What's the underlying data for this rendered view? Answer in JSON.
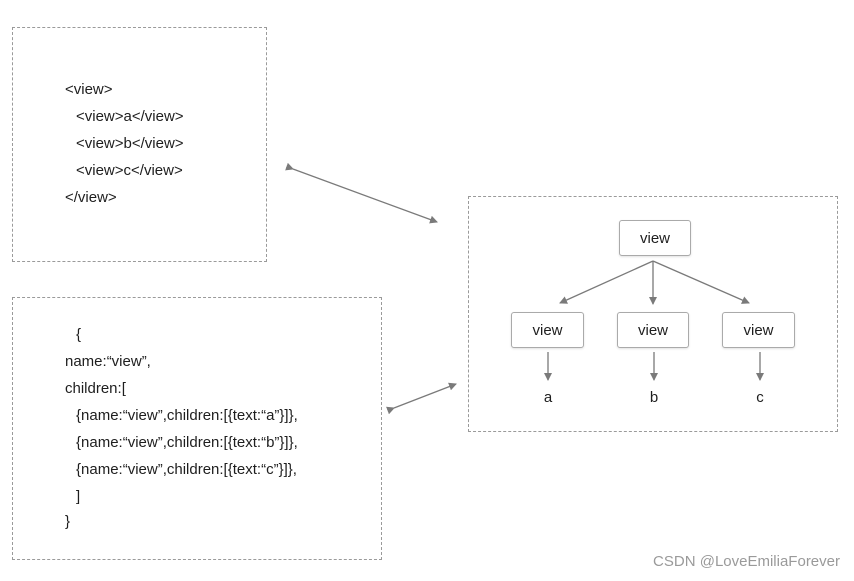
{
  "markup": {
    "lines": [
      "<view>",
      "<view>a</view>",
      "<view>b</view>",
      "<view>c</view>",
      "</view>"
    ]
  },
  "object": {
    "lines": [
      "{",
      "name:“view”,",
      "children:[",
      "{name:“view”,children:[{text:“a”}]},",
      "{name:“view”,children:[{text:“b”}]},",
      "{name:“view”,children:[{text:“c”}]},",
      "]",
      "}"
    ]
  },
  "tree": {
    "root": "view",
    "children": [
      {
        "label": "view",
        "leaf": "a"
      },
      {
        "label": "view",
        "leaf": "b"
      },
      {
        "label": "view",
        "leaf": "c"
      }
    ]
  },
  "watermark": "CSDN @LoveEmiliaForever",
  "colors": {
    "line": "#7a7a7a",
    "border": "#9a9a9a"
  }
}
